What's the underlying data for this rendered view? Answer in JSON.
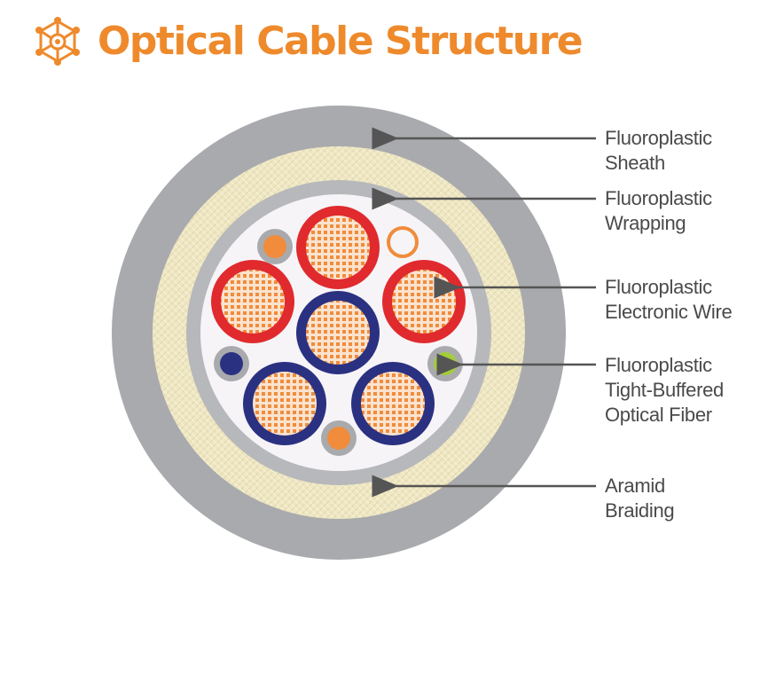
{
  "title": "Optical Cable Structure",
  "icon": "network-hexagon-icon",
  "colors": {
    "accent": "#ee8a2c",
    "sheath": "#a9aaad",
    "aramid": "#efe7c2",
    "wrapping": "#b7b8bb",
    "core_fill": "#f6f4f7",
    "wire_red": "#e02a2e",
    "wire_blue": "#2b3181",
    "conductor": "#f08c3c",
    "fiber_green": "#a3cd3b",
    "label_text": "#4a4a4a",
    "arrow": "#555555"
  },
  "labels": [
    {
      "line1": "Fluoroplastic",
      "line2": "Sheath"
    },
    {
      "line1": "Fluoroplastic",
      "line2": "Wrapping"
    },
    {
      "line1": "Fluoroplastic",
      "line2": "Electronic Wire"
    },
    {
      "line1": "Fluoroplastic",
      "line2": "Tight-Buffered",
      "line3": "Optical Fiber"
    },
    {
      "line1": "Aramid",
      "line2": "Braiding"
    }
  ]
}
